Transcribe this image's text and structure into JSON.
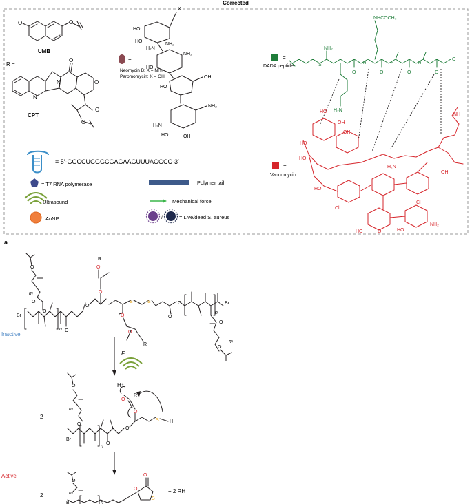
{
  "header": {
    "title": "Corrected"
  },
  "legend": {
    "r_label": "R =",
    "umb_label": "UMB",
    "cpt_label": "CPT",
    "neomycin_label": "Neomycin B: X = NH₂",
    "paromomycin_label": "Paromomycin: X = OH",
    "aminoglycoside_eq": "=",
    "dada_eq": "=",
    "dada_label": "DADA peptide",
    "vanco_eq": "=",
    "vanco_label": "Vancomycin",
    "sequence_label": "= 5′-GGCCUGGGCGAGAAGUUUAGGCC-3′",
    "t7_label": "= T7 RNA polymerase",
    "polymer_tail_label": "Polymer tail",
    "ultrasound_label": "Ultrasound",
    "mechanical_label": "Mechanical force",
    "aunp_label": "AuNP",
    "staph_label": "= Live/dead S. aureus",
    "colors": {
      "dada": "#1f7d3a",
      "vanco": "#d6252b",
      "neomycin": "#8b4a52",
      "t7": "#3d4a8c",
      "tail": "#3d5a8a",
      "ultrasound": "#7aa13a",
      "arrow": "#3ab54a",
      "aunp": "#f07f3c",
      "staph_live": "#6b3f8c",
      "staph_dead": "#1f2a4d"
    }
  },
  "panel_a": {
    "label": "a",
    "inactive_label": "Inactive",
    "active_label": "Active",
    "force_label": "F",
    "coef_2a": "2",
    "coef_2b": "2",
    "plus_2rh": "+   2 RH",
    "proton_label": "H⁺",
    "colors": {
      "inactive": "#4a86c5",
      "active": "#d6252b",
      "sulfur": "#e8a317"
    }
  },
  "atoms": {
    "O": "O",
    "OH": "OH",
    "HO": "HO",
    "NH2": "NH₂",
    "H2N": "H₂N",
    "N": "N",
    "S": "S",
    "H": "H",
    "Cl": "Cl",
    "Br": "Br",
    "R": "R",
    "X": "X",
    "m": "m",
    "n": "n",
    "NH": "NH",
    "NHCOCH3": "NHCOCH₃"
  }
}
